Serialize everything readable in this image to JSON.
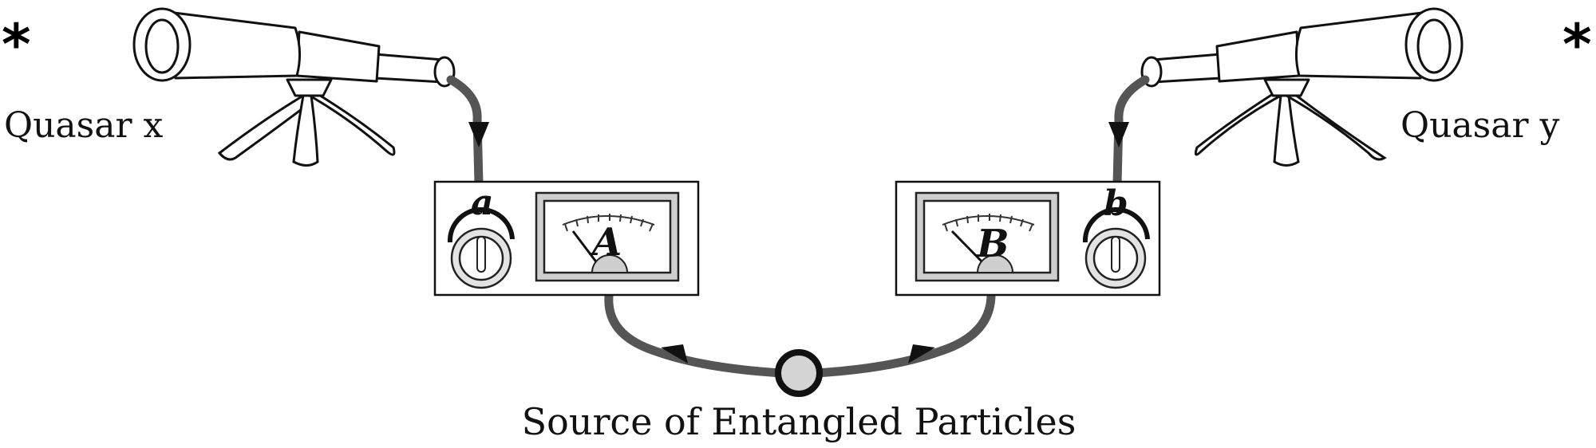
{
  "caption": "Source of Entangled Particles",
  "quasar_left": {
    "label": "Quasar x",
    "star": "*"
  },
  "quasar_right": {
    "label": "Quasar y",
    "star": "*"
  },
  "detector_left": {
    "setting_label": "a",
    "meter_label": "A"
  },
  "detector_right": {
    "setting_label": "b",
    "meter_label": "B"
  },
  "colors": {
    "cable": "#555555",
    "meter_frame": "#cfcfcf",
    "source": "#d4d4d4",
    "ink": "#111111"
  }
}
